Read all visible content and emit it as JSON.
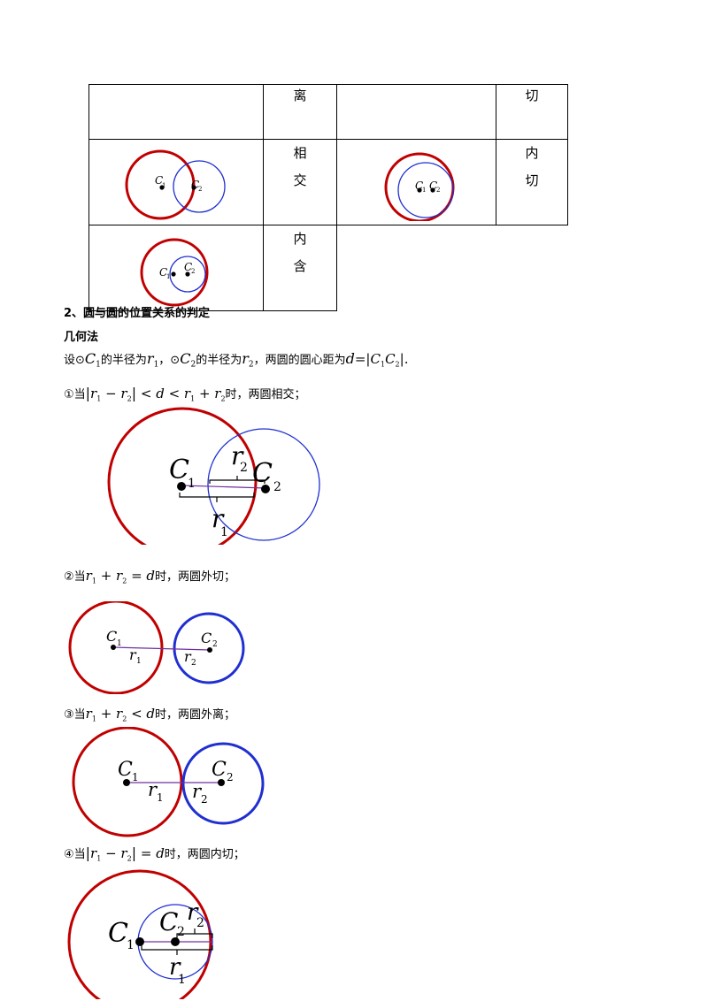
{
  "table": {
    "row1": {
      "col2": [
        "离"
      ],
      "col4": [
        "切"
      ]
    },
    "row2": {
      "col2": [
        "相",
        "交"
      ],
      "col4": [
        "内",
        "切"
      ]
    },
    "row3": {
      "col2": [
        "内",
        "含"
      ]
    }
  },
  "labels": {
    "c": "C",
    "r": "r",
    "one": "1",
    "two": "2"
  },
  "section": {
    "heading": "2、圆与圆的位置关系的判定",
    "method": "几何法",
    "intro_a": "设⊙",
    "intro_b": "的半径为",
    "intro_c": "，⊙",
    "intro_d": "的半径为",
    "intro_e": "，两圆的圆心距为",
    "intro_f": "d",
    "intro_g": "=|",
    "intro_h": "|.",
    "case1_prefix": "①当",
    "case1_suffix": "时，两圆相交；",
    "case2_prefix": "②当",
    "case2_suffix": "时，两圆外切；",
    "case3_prefix": "③当",
    "case3_suffix": "时，两圆外离；",
    "case4_prefix": "④当",
    "case4_suffix": "时，两圆内切；"
  },
  "colors": {
    "red": "#c00000",
    "blue": "#1f2fd0",
    "purple": "#7030a0"
  }
}
